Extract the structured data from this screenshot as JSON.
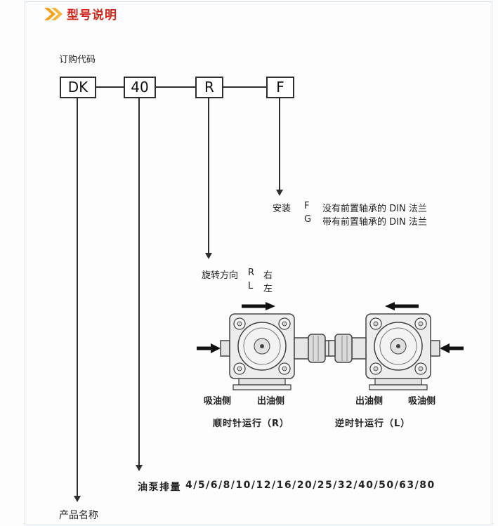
{
  "header": {
    "title": "型号说明",
    "chevron_icon": "double-chevron"
  },
  "diagram": {
    "order_code_label": "订购代码",
    "segments": [
      "DK",
      "40",
      "R",
      "F"
    ],
    "mounting": {
      "label": "安装",
      "options": [
        {
          "code": "F",
          "desc": "没有前置轴承的 DIN 法兰"
        },
        {
          "code": "G",
          "desc": "带有前置轴承的 DIN 法兰"
        }
      ]
    },
    "rotation": {
      "label": "旋转方向",
      "options": [
        {
          "code": "R",
          "desc": "右"
        },
        {
          "code": "L",
          "desc": "左"
        }
      ]
    },
    "pumps": [
      {
        "left_port_label": "吸油侧",
        "right_port_label": "出油侧",
        "caption": "顺时针运行（R）"
      },
      {
        "left_port_label": "出油侧",
        "right_port_label": "吸油侧",
        "caption": "逆时针运行（L）"
      }
    ],
    "displacement": {
      "label": "油泵排量",
      "values": "4/5/6/8/10/12/16/20/25/32/40/50/63/80"
    },
    "product_name_label": "产品名称"
  },
  "colors": {
    "title_red": "#d3251a",
    "chevron_orange": "#f6a01d",
    "diagram_line": "#2e2e2e"
  }
}
